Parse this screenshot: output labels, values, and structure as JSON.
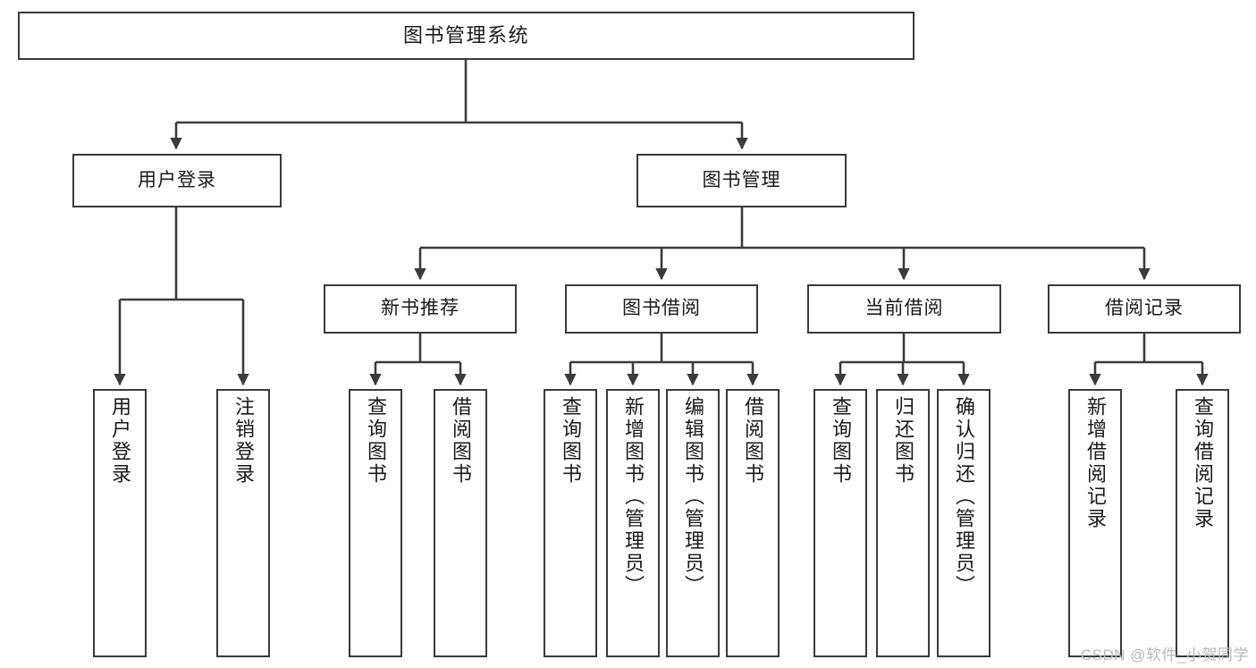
{
  "diagram": {
    "title": "图书管理系统",
    "type": "tree",
    "watermark": "CSDN @软件_小贺同学",
    "colors": {
      "box_border": "#3b3b3b",
      "box_fill": "#ffffff",
      "edge": "#3b3b3b",
      "text": "#1a1a1a",
      "watermark": "#b9b9b9"
    }
  },
  "nodes": {
    "root": {
      "label": "图书管理系统"
    },
    "level2": [
      {
        "id": "user-login",
        "label": "用户登录"
      },
      {
        "id": "book-manage",
        "label": "图书管理"
      }
    ],
    "level3": [
      {
        "id": "new-book-recommend",
        "label": "新书推荐"
      },
      {
        "id": "book-borrow",
        "label": "图书借阅"
      },
      {
        "id": "current-borrow",
        "label": "当前借阅"
      },
      {
        "id": "borrow-record",
        "label": "借阅记录"
      }
    ],
    "leaves": {
      "user-login": [
        {
          "id": "leaf-user-login",
          "label": "用户登录"
        },
        {
          "id": "leaf-user-logout",
          "label": "注销登录"
        }
      ],
      "new-book-recommend": [
        {
          "id": "leaf-query-book-1",
          "label": "查询图书"
        },
        {
          "id": "leaf-borrow-book-1",
          "label": "借阅图书"
        }
      ],
      "book-borrow": [
        {
          "id": "leaf-query-book-2",
          "label": "查询图书"
        },
        {
          "id": "leaf-add-book",
          "label": "新增图书（管理员）"
        },
        {
          "id": "leaf-edit-book",
          "label": "编辑图书（管理员）"
        },
        {
          "id": "leaf-borrow-book-2",
          "label": "借阅图书"
        }
      ],
      "current-borrow": [
        {
          "id": "leaf-query-book-3",
          "label": "查询图书"
        },
        {
          "id": "leaf-return-book",
          "label": "归还图书"
        },
        {
          "id": "leaf-confirm-return",
          "label": "确认归还（管理员）"
        }
      ],
      "borrow-record": [
        {
          "id": "leaf-add-record",
          "label": "新增借阅记录"
        },
        {
          "id": "leaf-query-record",
          "label": "查询借阅记录"
        }
      ]
    }
  }
}
